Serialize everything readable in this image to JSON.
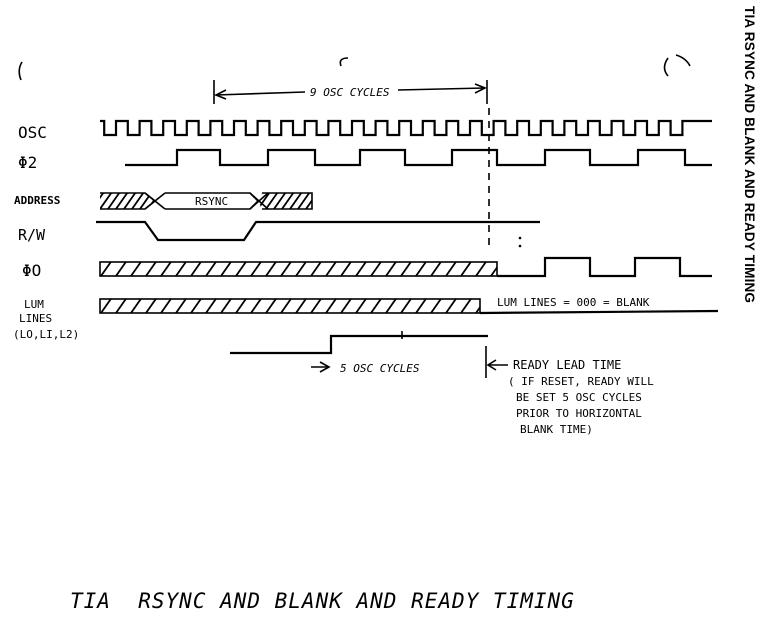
{
  "side_title": "TIA RSYNC AND BLANK AND READY TIMING",
  "bottom_title": "TIA  RSYNC AND BLANK AND READY TIMING",
  "signals": {
    "osc": "OSC",
    "phi2": "Φ2",
    "address": "ADDRESS",
    "rw": "R/W",
    "phi0": "ΦO",
    "lum_line1": "LUM",
    "lum_line2": "LINES",
    "lum_line3": "(LO,LI,L2)"
  },
  "annotations": {
    "osc_cycles_9": "9 OSC CYCLES",
    "rsync": "RSYNC",
    "lum_blank": "LUM LINES = 000 = BLANK",
    "osc_cycles_5": "5 OSC CYCLES",
    "ready_1": "READY LEAD TIME",
    "ready_2": "( IF RESET, READY WILL",
    "ready_3": "BE SET 5 OSC CYCLES",
    "ready_4": "PRIOR TO HORIZONTAL",
    "ready_5": "BLANK TIME)"
  }
}
